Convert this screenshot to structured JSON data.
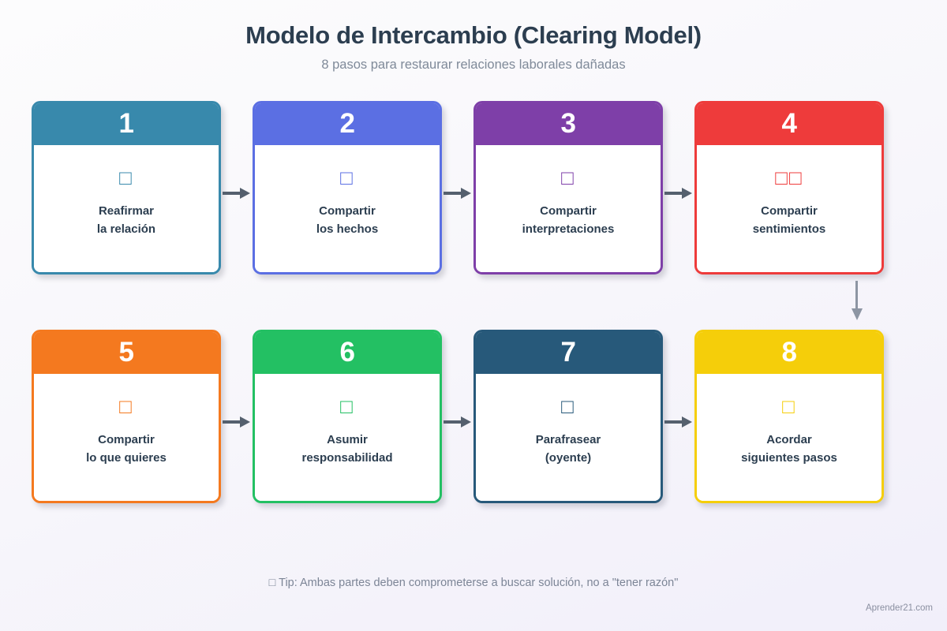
{
  "header": {
    "title": "Modelo de Intercambio (Clearing Model)",
    "subtitle": "8 pasos para restaurar relaciones laborales dañadas"
  },
  "steps": [
    {
      "number": "1",
      "icon": "□",
      "icon_name": "handshake-icon",
      "label_line1": "Reafirmar",
      "label_line2": "la relación",
      "color": "#3889ac"
    },
    {
      "number": "2",
      "icon": "□",
      "icon_name": "clipboard-facts-icon",
      "label_line1": "Compartir",
      "label_line2": "los hechos",
      "color": "#5b6fe3"
    },
    {
      "number": "3",
      "icon": "□",
      "icon_name": "thought-bubble-icon",
      "label_line1": "Compartir",
      "label_line2": "interpretaciones",
      "color": "#7e3fa8"
    },
    {
      "number": "4",
      "icon": "□□",
      "icon_name": "heart-feelings-icon",
      "label_line1": "Compartir",
      "label_line2": "sentimientos",
      "color": "#ee3b3b"
    },
    {
      "number": "5",
      "icon": "□",
      "icon_name": "target-wants-icon",
      "label_line1": "Compartir",
      "label_line2": "lo que quieres",
      "color": "#f4791f"
    },
    {
      "number": "6",
      "icon": "□",
      "icon_name": "responsibility-icon",
      "label_line1": "Asumir",
      "label_line2": "responsabilidad",
      "color": "#23c063"
    },
    {
      "number": "7",
      "icon": "□",
      "icon_name": "listening-ear-icon",
      "label_line1": "Parafrasear",
      "label_line2": "(oyente)",
      "color": "#27597a"
    },
    {
      "number": "8",
      "icon": "□",
      "icon_name": "agreement-checklist-icon",
      "label_line1": "Acordar",
      "label_line2": "siguientes pasos",
      "color": "#f5ce0a"
    }
  ],
  "footer": {
    "tip_icon": "□",
    "tip_text": "Tip: Ambas partes deben comprometerse a buscar solución, no a \"tener razón\"",
    "credit": "Aprender21.com"
  },
  "colors": {
    "title": "#2c3e50",
    "subtitle": "#7f8a99",
    "arrow_horizontal": "#55606e",
    "arrow_vertical": "#8d95a3",
    "background_top": "#fcfcfd",
    "background_bottom": "#f1effa"
  }
}
